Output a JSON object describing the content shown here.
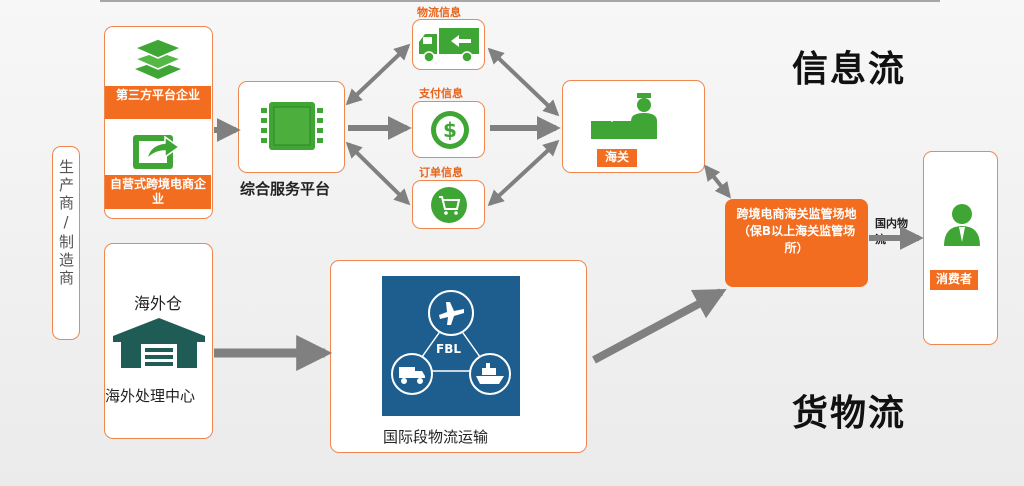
{
  "titles": {
    "info_flow": "信息流",
    "goods_flow": "货物流"
  },
  "manufacturer": "生产商/制造商",
  "platforms": {
    "third_party": "第三方平台企业",
    "self_run": "自营式跨境电商企业"
  },
  "service_platform": "综合服务平台",
  "info_types": {
    "logistics": "物流信息",
    "payment": "支付信息",
    "order": "订单信息"
  },
  "customs": "海关",
  "bonded_zone": "跨境电商海关监管场地（保B以上海关监管场所）",
  "domestic_logistics": "国内物流",
  "consumer": "消费者",
  "overseas": {
    "warehouse": "海外仓",
    "center": "海外处理中心"
  },
  "intl": {
    "fbl": "FBL",
    "label": "国际段物流运输"
  },
  "colors": {
    "accent": "#f26d1f",
    "icon_green": "#3fa535",
    "fbl_blue": "#1d5e8f",
    "arrow_gray": "#808080"
  }
}
